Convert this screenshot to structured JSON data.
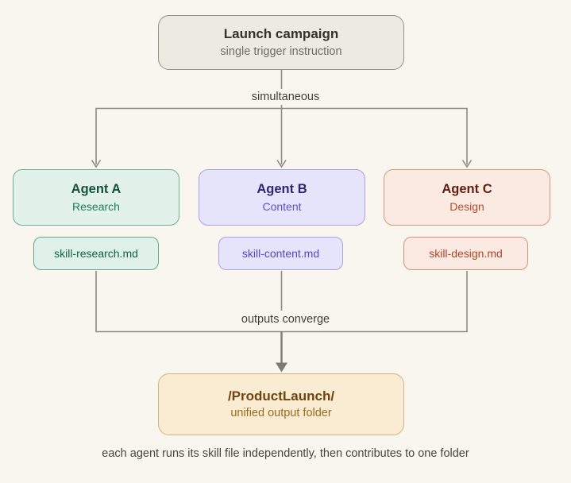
{
  "page": {
    "background": "#f9f6ef",
    "caption": "each agent runs its skill file independently, then contributes to one folder"
  },
  "trigger": {
    "title": "Launch campaign",
    "subtitle": "single trigger instruction"
  },
  "flow_labels": {
    "fanout": "simultaneous",
    "converge": "outputs converge"
  },
  "agents": [
    {
      "title": "Agent A",
      "subtitle": "Research",
      "skill_file": "skill-research.md",
      "colors": {
        "fill": "#e2f2ea",
        "border": "#6fb092",
        "title": "#15503e",
        "subtitle": "#1a7a5b"
      }
    },
    {
      "title": "Agent B",
      "subtitle": "Content",
      "skill_file": "skill-content.md",
      "colors": {
        "fill": "#e6e4fb",
        "border": "#a6a2eb",
        "title": "#2a2870",
        "subtitle": "#5a50ca"
      }
    },
    {
      "title": "Agent C",
      "subtitle": "Design",
      "skill_file": "skill-design.md",
      "colors": {
        "fill": "#fbeae2",
        "border": "#db9878",
        "title": "#611f10",
        "subtitle": "#b54b27"
      }
    }
  ],
  "output": {
    "title": "/ProductLaunch/",
    "subtitle": "unified output folder"
  },
  "connector_color": "#8d8b83"
}
